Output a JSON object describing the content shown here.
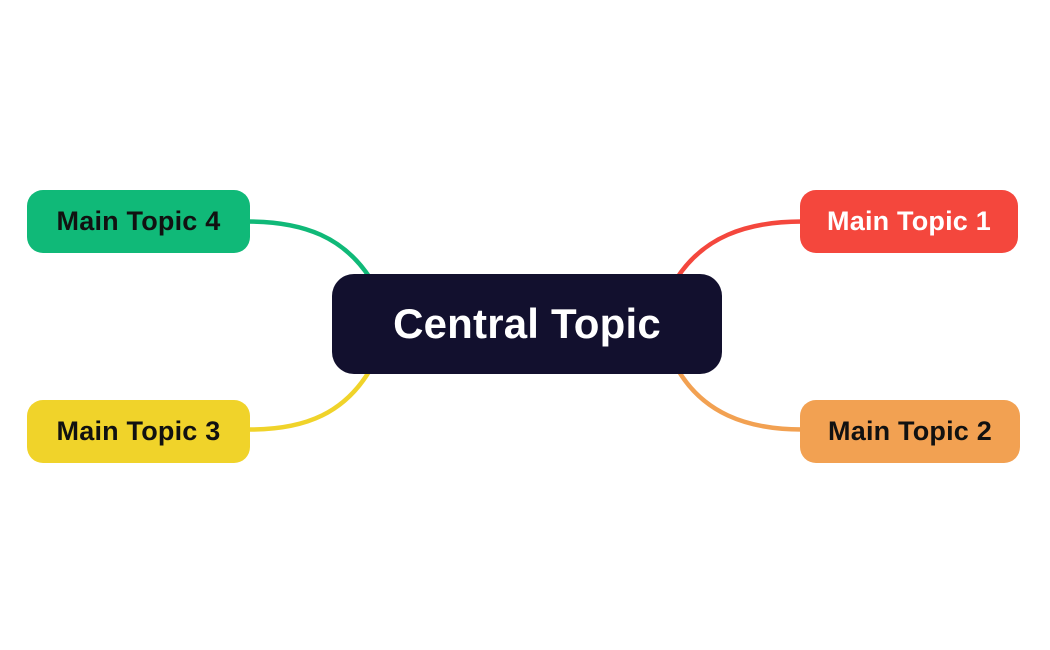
{
  "canvas": {
    "type": "mindmap",
    "background_color": "#ffffff"
  },
  "mindmap": {
    "central_topic": {
      "label": "Central Topic",
      "bg_color": "#12102e",
      "text_color": "#ffffff"
    },
    "main_topics": [
      {
        "label": "Main Topic 1",
        "bg_color": "#f4473d",
        "text_color": "#ffffff",
        "position": "top-right"
      },
      {
        "label": "Main Topic 2",
        "bg_color": "#f2a152",
        "text_color": "#111111",
        "position": "bottom-right"
      },
      {
        "label": "Main Topic 3",
        "bg_color": "#f0d32a",
        "text_color": "#111111",
        "position": "bottom-left"
      },
      {
        "label": "Main Topic 4",
        "bg_color": "#10b978",
        "text_color": "#111111",
        "position": "top-left"
      }
    ],
    "connectors": [
      {
        "from": "Central Topic",
        "to": "Main Topic 1",
        "color": "#f4473d"
      },
      {
        "from": "Central Topic",
        "to": "Main Topic 2",
        "color": "#f2a152"
      },
      {
        "from": "Central Topic",
        "to": "Main Topic 3",
        "color": "#f0d32a"
      },
      {
        "from": "Central Topic",
        "to": "Main Topic 4",
        "color": "#10b978"
      }
    ]
  }
}
